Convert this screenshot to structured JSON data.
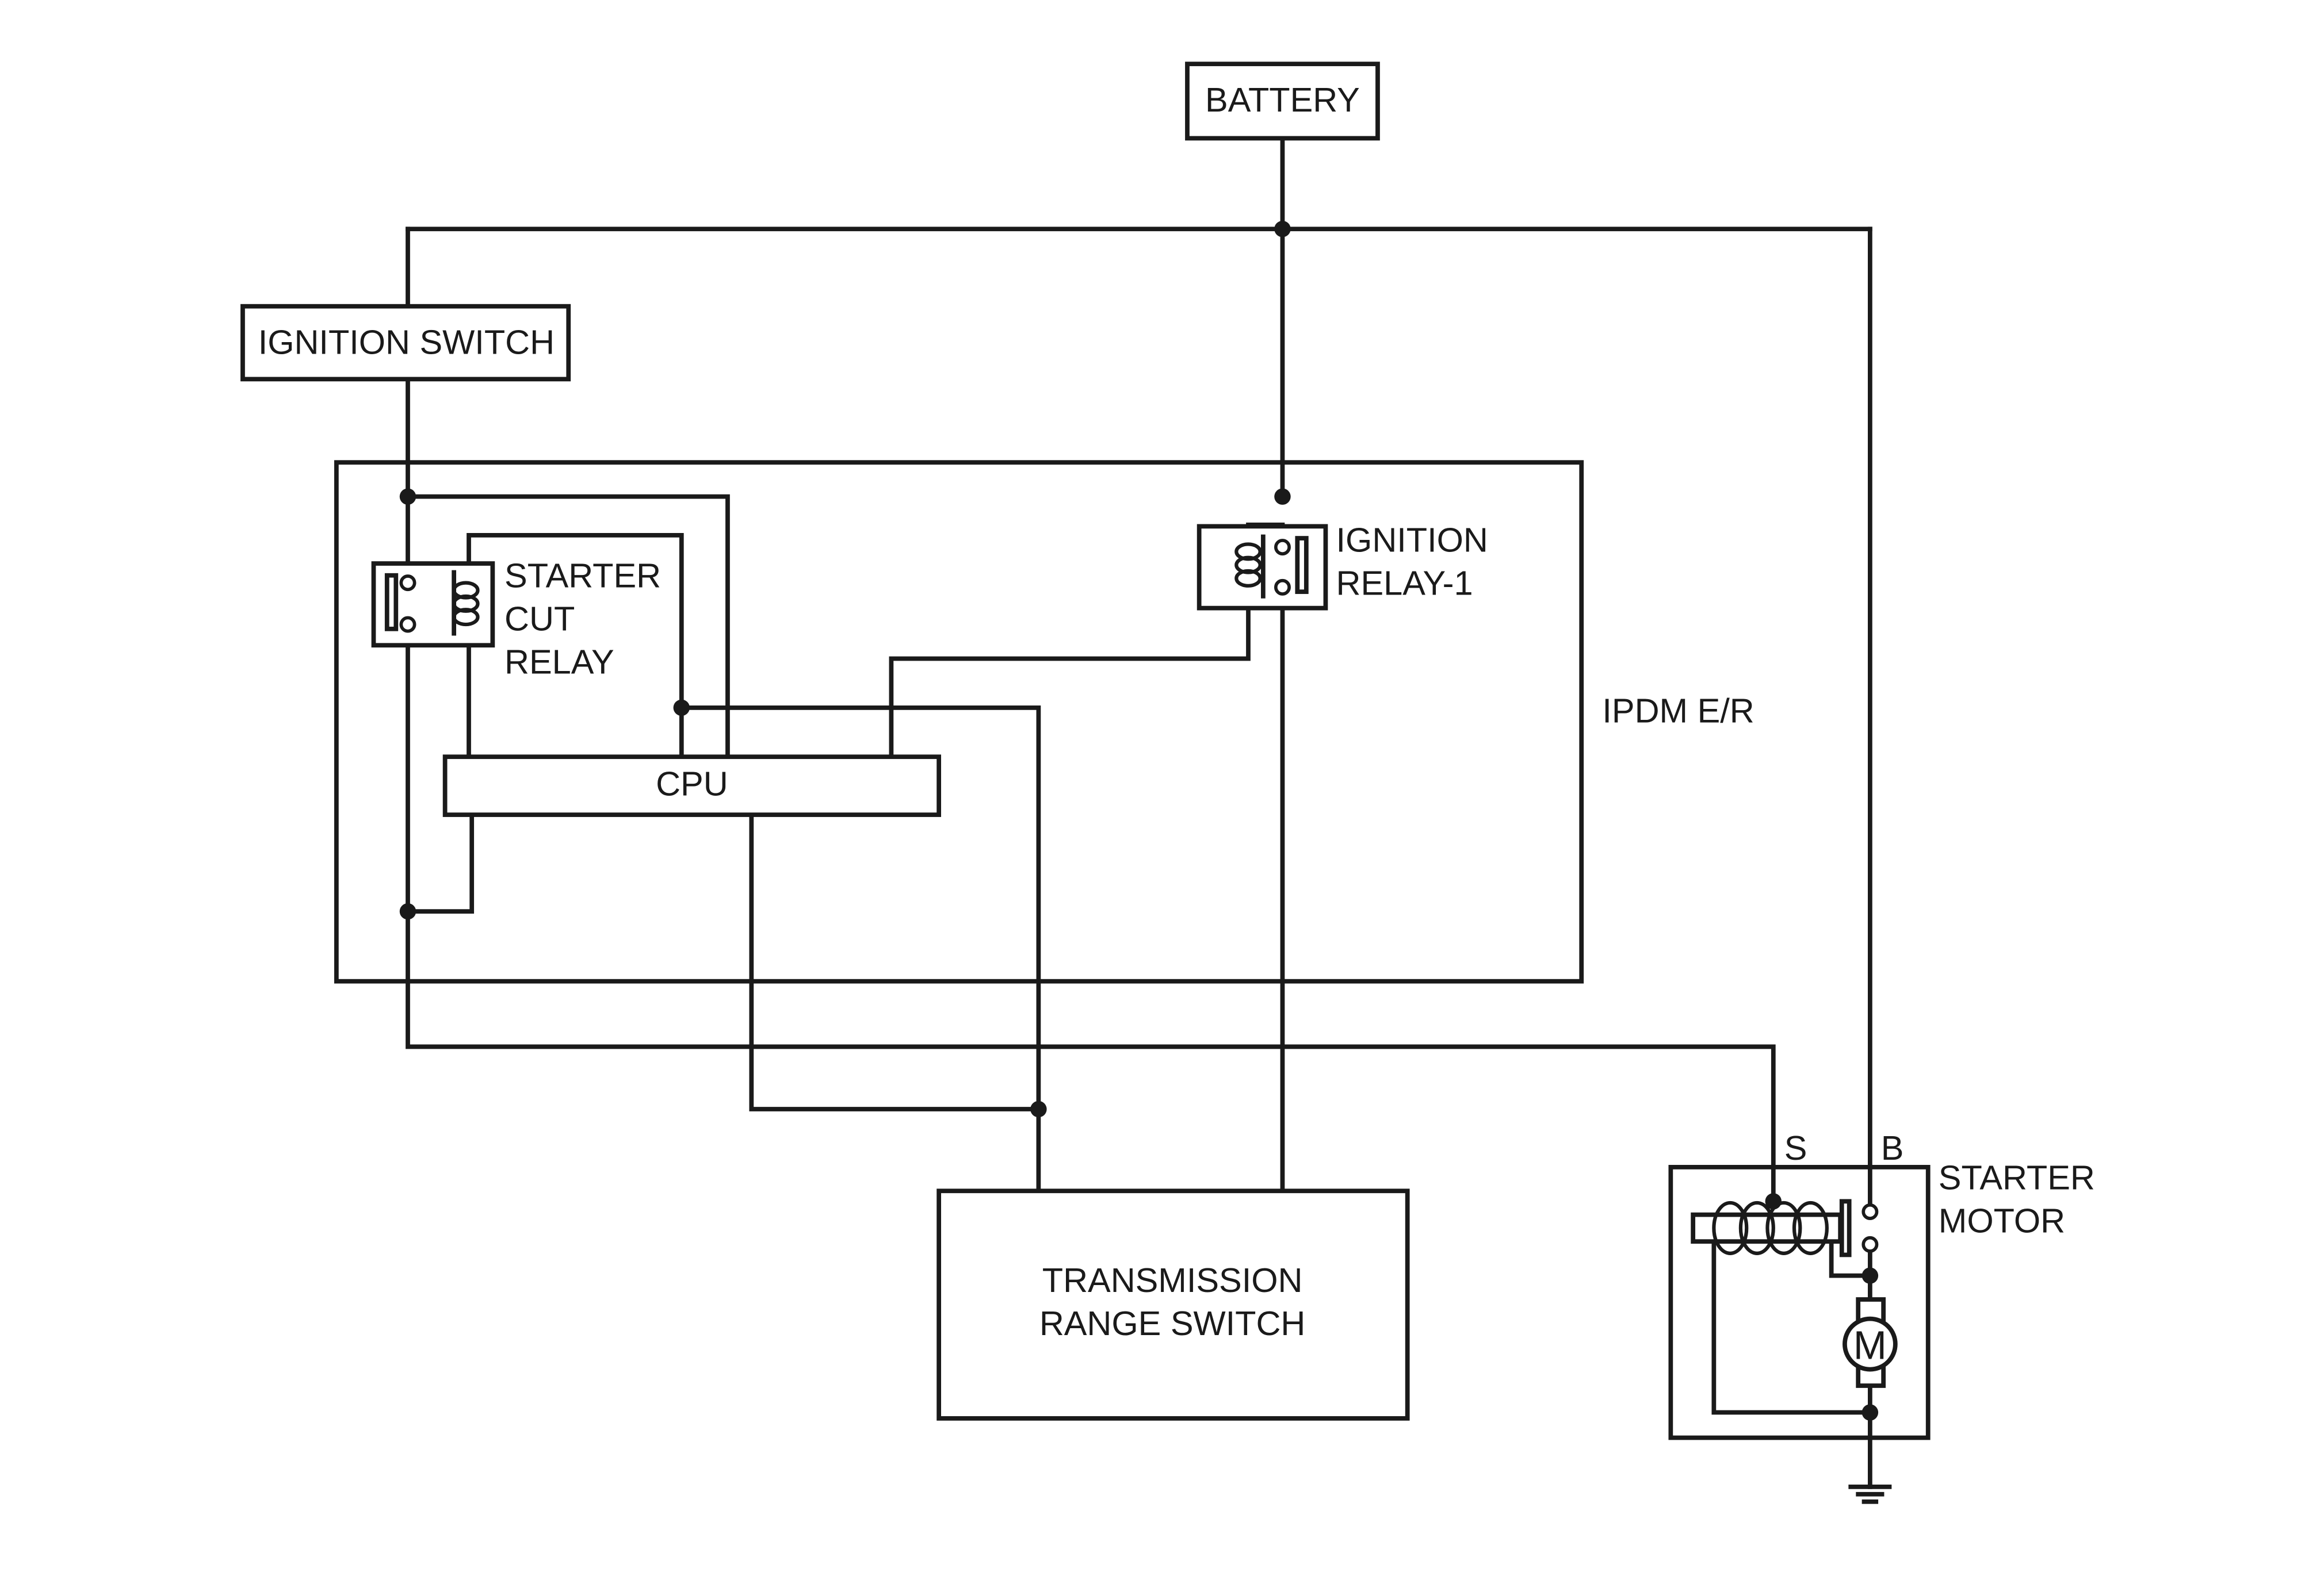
{
  "components": {
    "battery": "BATTERY",
    "ignition_switch": "IGNITION SWITCH",
    "starter_cut_relay": [
      "STARTER",
      "CUT",
      "RELAY"
    ],
    "ignition_relay": [
      "IGNITION",
      "RELAY-1"
    ],
    "ipdm": "IPDM E/R",
    "cpu": "CPU",
    "transmission_range_switch": [
      "TRANSMISSION",
      "RANGE SWITCH"
    ],
    "starter_motor": [
      "STARTER",
      "MOTOR"
    ],
    "terminal_s": "S",
    "terminal_b": "B",
    "motor_symbol": "M"
  }
}
